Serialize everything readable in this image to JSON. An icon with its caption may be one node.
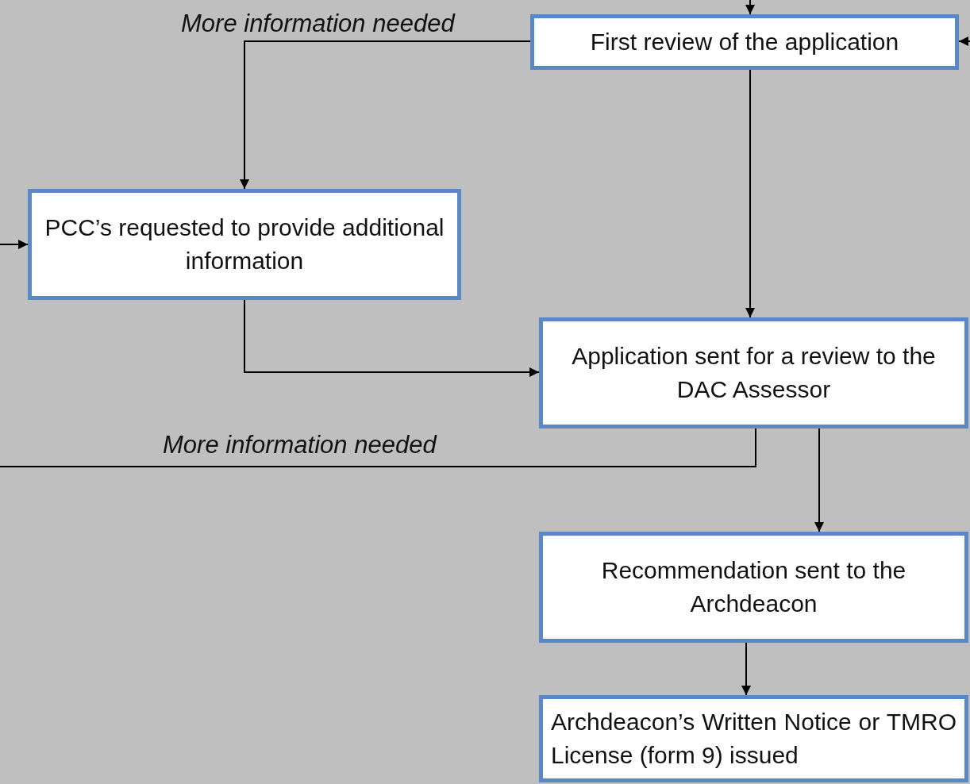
{
  "diagram": {
    "nodes": [
      {
        "text": [
          "First review of the application"
        ]
      },
      {
        "text": [
          "PCC’s requested to provide additional information"
        ]
      },
      {
        "text": [
          "Application sent for a review to the DAC Assessor"
        ]
      },
      {
        "text": [
          "Recommendation sent to the Archdeacon"
        ]
      },
      {
        "text": [
          "Archdeacon’s Written Notice or TMRO License (form 9) issued"
        ]
      }
    ],
    "edges": [
      {
        "from": null,
        "to": 0,
        "arrow": "to"
      },
      {
        "from": null,
        "to": 0,
        "arrow": "to"
      },
      {
        "from": 0,
        "to": 1,
        "arrow": "to",
        "label": "More information needed"
      },
      {
        "from": null,
        "to": 1,
        "arrow": "to"
      },
      {
        "from": 0,
        "to": 2,
        "arrow": "to"
      },
      {
        "from": 1,
        "to": 2,
        "arrow": "to"
      },
      {
        "from": 2,
        "to": null,
        "arrow": "none",
        "label": "More information needed"
      },
      {
        "from": 2,
        "to": 3,
        "arrow": "to"
      },
      {
        "from": 3,
        "to": 4,
        "arrow": "to"
      }
    ]
  }
}
